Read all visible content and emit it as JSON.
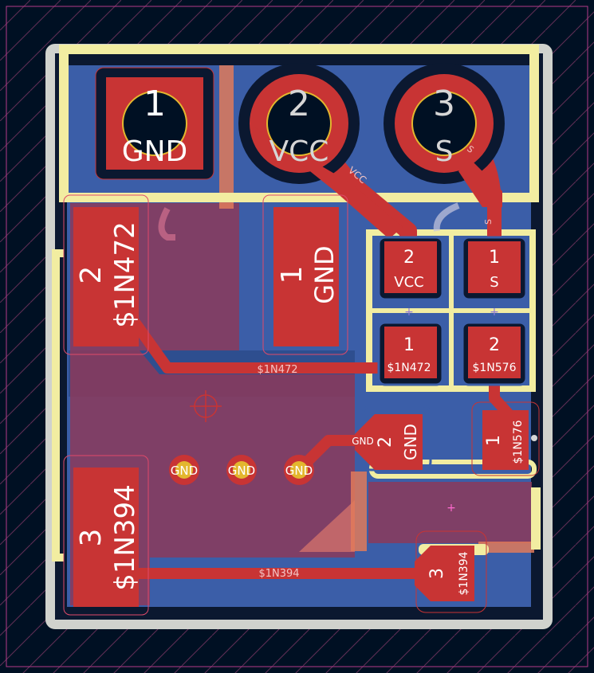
{
  "colors": {
    "background": "#001023",
    "copper_front": "#c83434",
    "copper_back": "#3b5ea8",
    "silkscreen": "#f2eda1",
    "edge_cuts": "#d0d2cd",
    "pad_label": "#ffffff",
    "drill": "#e3b72e",
    "courtyard": "#ff26e2"
  },
  "connector": {
    "pins": [
      {
        "number": "1",
        "net": "GND"
      },
      {
        "number": "2",
        "net": "VCC"
      },
      {
        "number": "3",
        "net": "S"
      }
    ]
  },
  "capacitor": {
    "pads": [
      {
        "number": "2",
        "net": "$1N472"
      },
      {
        "number": "1",
        "net": "GND"
      }
    ]
  },
  "pads_small": {
    "u_top_left": {
      "number": "2",
      "net": "VCC"
    },
    "u_top_right": {
      "number": "1",
      "net": "S"
    },
    "u_bottom_left": {
      "number": "1",
      "net": "$1N472"
    },
    "u_bottom_right": {
      "number": "2",
      "net": "$1N576"
    },
    "q_gnd": {
      "number": "2",
      "net": "GND"
    },
    "q_1n576": {
      "number": "1",
      "net": "$1N576"
    },
    "q_1n394": {
      "number": "3",
      "net": "$1N394"
    },
    "big_bottom": {
      "number": "3",
      "net": "$1N394"
    }
  },
  "vias": [
    {
      "net": "GND"
    },
    {
      "net": "GND"
    },
    {
      "net": "GND"
    }
  ],
  "track_labels": {
    "n472": "$1N472",
    "n394": "$1N394",
    "gnd": "GND",
    "vcc": "VCC",
    "s": "S",
    "s2": "S"
  }
}
